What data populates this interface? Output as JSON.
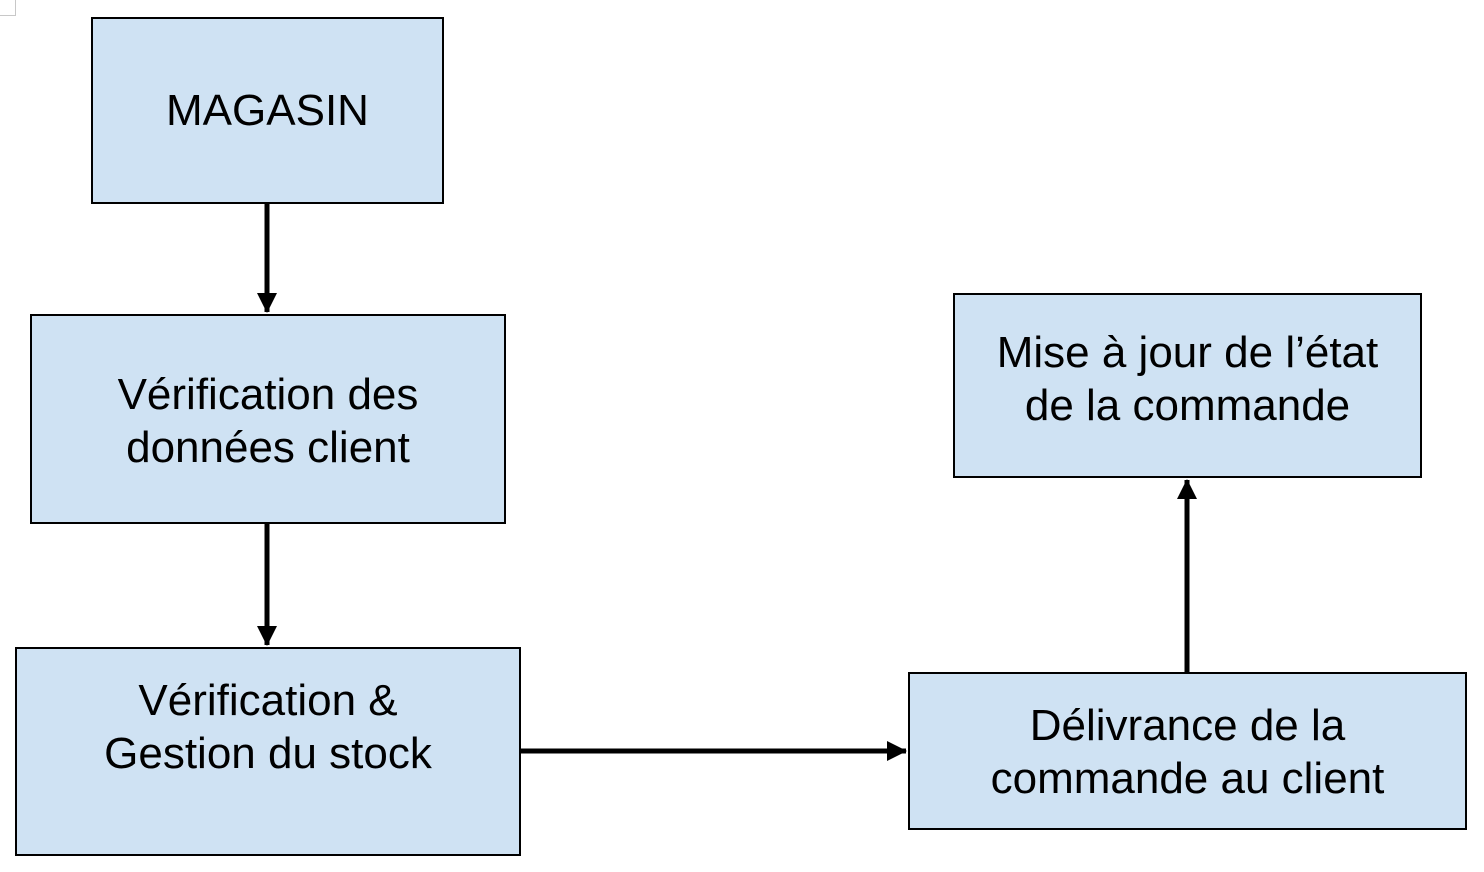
{
  "diagram": {
    "nodes": {
      "magasin": {
        "lines": [
          "MAGASIN"
        ]
      },
      "verif_client": {
        "lines": [
          "Vérification des",
          "données client"
        ]
      },
      "verif_stock": {
        "lines": [
          "Vérification &",
          "Gestion du stock"
        ]
      },
      "mise_a_jour": {
        "lines": [
          "Mise à jour de l’état",
          "de la commande"
        ]
      },
      "delivrance": {
        "lines": [
          "Délivrance de la",
          "commande au client"
        ]
      }
    },
    "edges": [
      {
        "from": "magasin",
        "to": "verif_client"
      },
      {
        "from": "verif_client",
        "to": "verif_stock"
      },
      {
        "from": "verif_stock",
        "to": "delivrance"
      },
      {
        "from": "delivrance",
        "to": "mise_a_jour"
      }
    ],
    "colors": {
      "box_fill": "#cfe2f3",
      "box_border": "#000000",
      "arrow": "#000000",
      "text": "#000000"
    }
  }
}
